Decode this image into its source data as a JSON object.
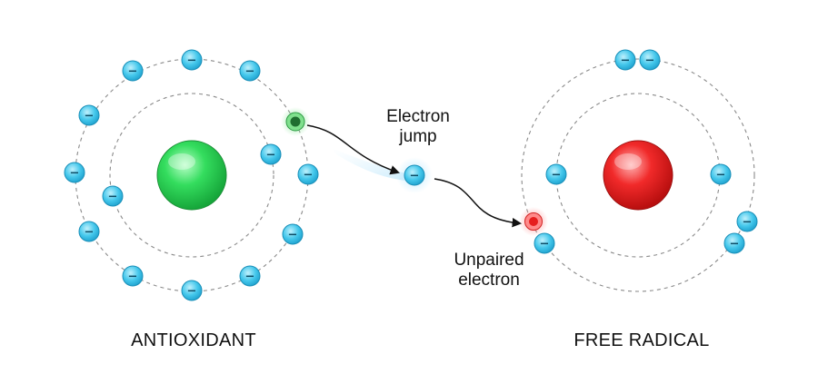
{
  "labels": {
    "antioxidant": "ANTIOXIDANT",
    "free_radical": "FREE RADICAL",
    "electron_jump": [
      "Electron",
      "jump"
    ],
    "unpaired_electron": [
      "Unpaired",
      "electron"
    ]
  },
  "electron_symbol": "−",
  "colors": {
    "electron": "#3fc6ea",
    "electron_outline": "#1a8fb8",
    "antioxidant_nucleus": "#2fd75a",
    "free_radical_nucleus": "#ee2222",
    "donated_electron": "#1f7a33",
    "unpaired_electron": "#ee3333",
    "orbit": "#8a8a8a"
  }
}
